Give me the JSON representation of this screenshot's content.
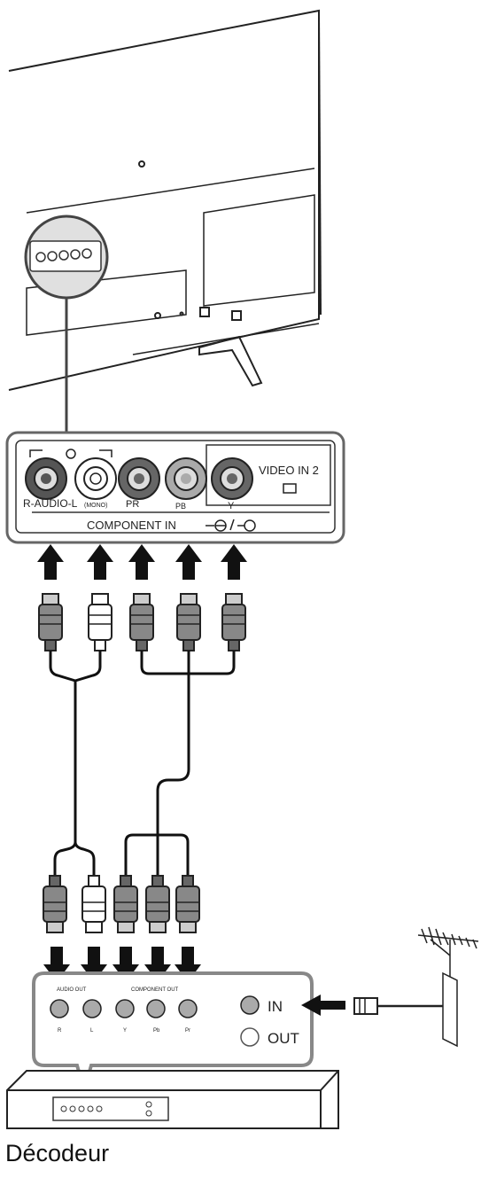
{
  "tv_panel": {
    "audio_label": "R-AUDIO-L",
    "mono_label": "(MONO)",
    "pr_label": "PR",
    "pb_label": "PB",
    "y_label": "Y",
    "video_label": "VIDEO IN 2",
    "component_label": "COMPONENT IN"
  },
  "decoder_panel": {
    "audio_out_label": "AUDIO OUT",
    "component_out_label": "COMPONENT OUT",
    "r_label": "R",
    "l_label": "L",
    "y_label": "Y",
    "pb_label": "Pb",
    "pr_label": "Pr",
    "in_label": "IN",
    "out_label": "OUT"
  },
  "caption": "Décodeur",
  "colors": {
    "line": "#1a1a1a",
    "panel_border": "#777777",
    "jack_gray": "#aaaaaa"
  }
}
